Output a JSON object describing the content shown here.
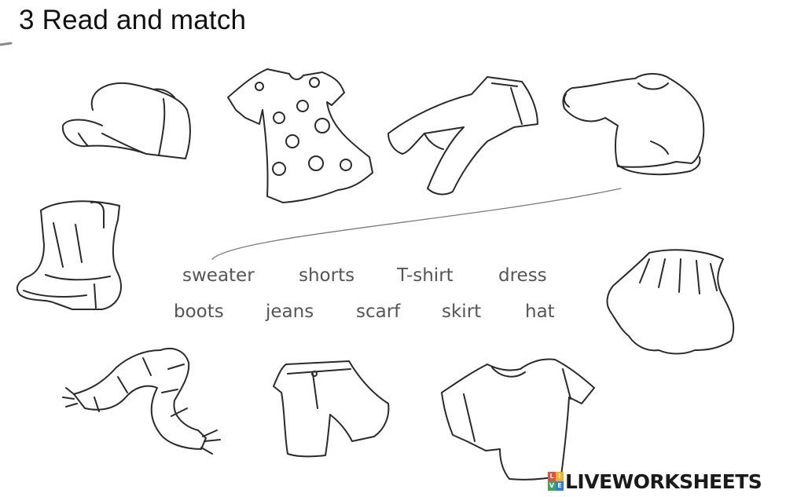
{
  "title": "3 Read and match",
  "word_bank": {
    "row1": [
      "sweater",
      "shorts",
      "T-shirt",
      "dress"
    ],
    "row2": [
      "boots",
      "jeans",
      "scarf",
      "skirt",
      "hat"
    ]
  },
  "pictures": [
    "cap-icon",
    "dress-icon",
    "jeans-icon",
    "sweater-icon",
    "boots-icon",
    "skirt-icon",
    "scarf-icon",
    "shorts-icon",
    "tshirt-icon"
  ],
  "watermark": {
    "badge_letters": [
      "L",
      "I",
      "V",
      "E"
    ],
    "badge_colors": [
      "#e94e3c",
      "#f6b21b",
      "#3aa757",
      "#2d7be5"
    ],
    "text": "LIVEWORKSHEETS"
  }
}
